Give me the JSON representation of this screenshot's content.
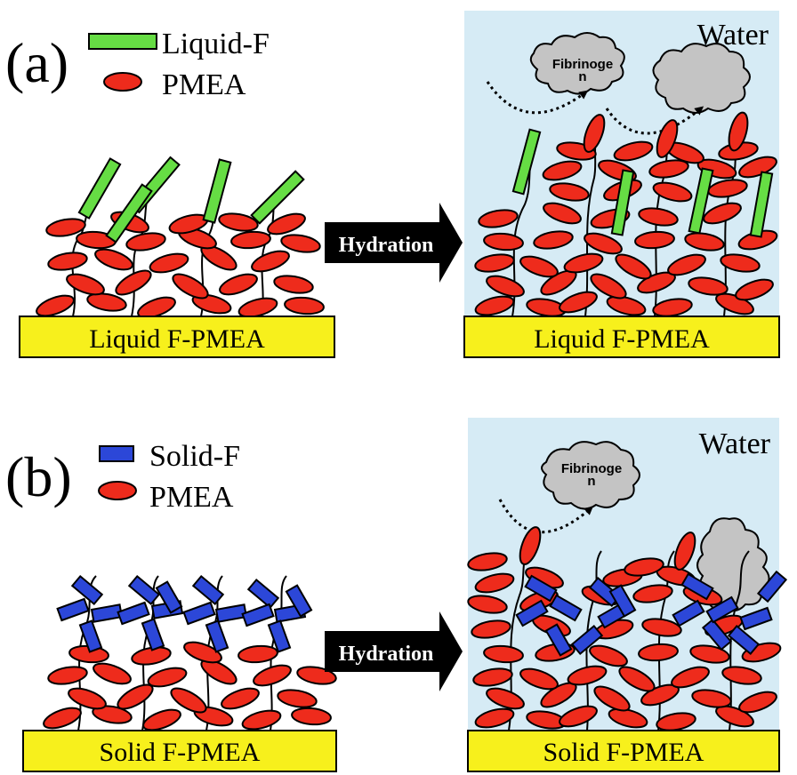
{
  "panel_a": {
    "label": "(a)",
    "legend": [
      {
        "text": "Liquid-F",
        "color": "#66dd44"
      },
      {
        "text": "PMEA",
        "color": "#ee2b1c"
      }
    ],
    "substrate_before": "Liquid F-PMEA",
    "substrate_after": "Liquid F-PMEA",
    "arrow_label": "Hydration",
    "water_label": "Water",
    "protein_label": "Fibrinoge\nn"
  },
  "panel_b": {
    "label": "(b)",
    "legend": [
      {
        "text": "Solid-F",
        "color": "#2c47d8"
      },
      {
        "text": "PMEA",
        "color": "#ee2b1c"
      }
    ],
    "substrate_before": "Solid F-PMEA",
    "substrate_after": "Solid F-PMEA",
    "arrow_label": "Hydration",
    "water_label": "Water",
    "protein_label": "Fibrinoge\nn"
  },
  "colors": {
    "water_bg": "#d6ebf5",
    "substrate": "#f7f01c",
    "pmea": "#ee2b1c",
    "liquid_f": "#66dd44",
    "solid_f": "#2c47d8",
    "protein": "#c4c4c4"
  }
}
